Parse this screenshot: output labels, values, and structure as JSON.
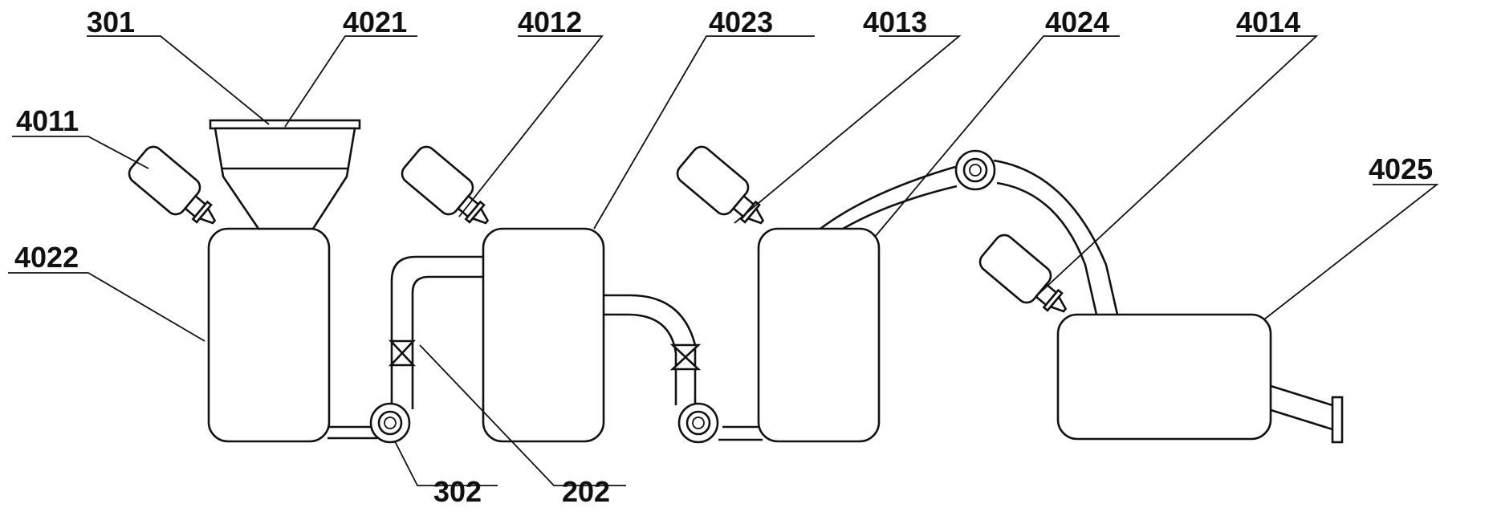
{
  "labels": {
    "l301": "301",
    "l4021": "4021",
    "l4012": "4012",
    "l4023": "4023",
    "l4013": "4013",
    "l4024": "4024",
    "l4014": "4014",
    "l4011": "4011",
    "l4022": "4022",
    "l4025": "4025",
    "l302": "302",
    "l202": "202"
  },
  "colors": {
    "line": "#111111",
    "background": "#ffffff"
  }
}
